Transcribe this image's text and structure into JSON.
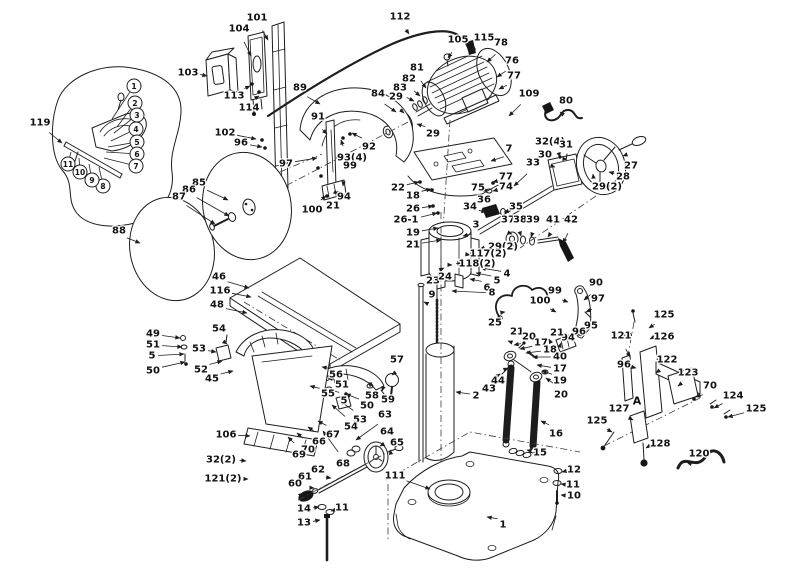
{
  "window": {
    "background": "#ffffff",
    "ink": "#1d1d1d"
  },
  "diagram": {
    "type": "exploded-parts-diagram",
    "labels": [
      [
        "119",
        40,
        123,
        62,
        143
      ],
      [
        "101",
        257,
        18,
        268,
        40
      ],
      [
        "104",
        239,
        29,
        251,
        56
      ],
      [
        "103",
        188,
        73,
        207,
        76
      ],
      [
        "113",
        234,
        96,
        250,
        86
      ],
      [
        "114",
        249,
        108,
        259,
        96
      ],
      [
        "102",
        225,
        133,
        256,
        139
      ],
      [
        "96",
        241,
        143,
        262,
        147
      ],
      [
        "112",
        400,
        17,
        409,
        34
      ],
      [
        "105",
        458,
        40,
        448,
        58
      ],
      [
        "115",
        484,
        38,
        471,
        50
      ],
      [
        "78",
        501,
        43,
        487,
        62
      ],
      [
        "76",
        512,
        61,
        497,
        77
      ],
      [
        "77",
        514,
        76,
        499,
        89
      ],
      [
        "109",
        529,
        94,
        509,
        116
      ],
      [
        "80",
        566,
        101,
        560,
        112
      ],
      [
        "89",
        300,
        88,
        320,
        104
      ],
      [
        "91",
        318,
        117,
        327,
        134
      ],
      [
        "92",
        369,
        147,
        352,
        133
      ],
      [
        "93(4)",
        352,
        158,
        341,
        140
      ],
      [
        "99",
        350,
        166,
        336,
        158
      ],
      [
        "97",
        286,
        164,
        317,
        158
      ],
      [
        "81",
        417,
        68,
        426,
        88
      ],
      [
        "82",
        409,
        79,
        420,
        96
      ],
      [
        "83",
        400,
        88,
        414,
        101
      ],
      [
        "84",
        378,
        94,
        396,
        112
      ],
      [
        "29",
        396,
        97,
        404,
        113
      ],
      [
        "29",
        433,
        134,
        417,
        124
      ],
      [
        "100",
        312,
        210,
        326,
        196
      ],
      [
        "21",
        333,
        206,
        338,
        194
      ],
      [
        "94",
        344,
        197,
        343,
        186
      ],
      [
        "7",
        509,
        149,
        491,
        161
      ],
      [
        "32(4)",
        550,
        142,
        560,
        157
      ],
      [
        "31",
        566,
        145,
        567,
        159
      ],
      [
        "30",
        545,
        155,
        555,
        167
      ],
      [
        "33",
        533,
        163,
        514,
        186
      ],
      [
        "27",
        631,
        166,
        623,
        156
      ],
      [
        "28",
        623,
        177,
        609,
        172
      ],
      [
        "29(2)",
        607,
        187,
        593,
        174
      ],
      [
        "22",
        398,
        188,
        419,
        182
      ],
      [
        "18",
        413,
        196,
        431,
        189
      ],
      [
        "77",
        506,
        177,
        493,
        182
      ],
      [
        "75",
        478,
        188,
        488,
        191
      ],
      [
        "74",
        506,
        187,
        493,
        191
      ],
      [
        "26",
        413,
        209,
        433,
        206
      ],
      [
        "26-1",
        406,
        220,
        437,
        213
      ],
      [
        "19",
        413,
        233,
        438,
        228
      ],
      [
        "21",
        413,
        245,
        441,
        240
      ],
      [
        "34",
        470,
        207,
        486,
        212
      ],
      [
        "36",
        484,
        200,
        495,
        208
      ],
      [
        "35",
        516,
        207,
        504,
        212
      ],
      [
        "3",
        476,
        225,
        463,
        236
      ],
      [
        "37",
        508,
        220,
        512,
        234
      ],
      [
        "38",
        520,
        220,
        521,
        236
      ],
      [
        "39",
        533,
        220,
        531,
        237
      ],
      [
        "41",
        553,
        220,
        548,
        237
      ],
      [
        "42",
        571,
        220,
        563,
        243
      ],
      [
        "29(2)",
        503,
        247,
        480,
        249
      ],
      [
        "117(2)",
        488,
        254,
        470,
        255
      ],
      [
        "118(2)",
        477,
        264,
        462,
        263
      ],
      [
        "4",
        507,
        274,
        481,
        268
      ],
      [
        "5",
        497,
        281,
        476,
        273
      ],
      [
        "6",
        487,
        288,
        470,
        279
      ],
      [
        "8",
        492,
        293,
        452,
        291
      ],
      [
        "9",
        432,
        295,
        424,
        302
      ],
      [
        "23",
        433,
        281,
        444,
        268
      ],
      [
        "24",
        445,
        277,
        452,
        265
      ],
      [
        "25",
        495,
        323,
        505,
        312
      ],
      [
        "2",
        476,
        396,
        456,
        392
      ],
      [
        "85",
        199,
        183,
        228,
        200
      ],
      [
        "86",
        189,
        190,
        229,
        216
      ],
      [
        "87",
        179,
        197,
        215,
        224
      ],
      [
        "88",
        119,
        231,
        140,
        243
      ],
      [
        "46",
        219,
        277,
        249,
        288
      ],
      [
        "116",
        220,
        291,
        251,
        297
      ],
      [
        "48",
        217,
        305,
        247,
        313
      ],
      [
        "49",
        153,
        334,
        180,
        338
      ],
      [
        "51",
        153,
        345,
        182,
        347
      ],
      [
        "5",
        152,
        356,
        184,
        354
      ],
      [
        "50",
        153,
        371,
        185,
        362
      ],
      [
        "54",
        219,
        329,
        227,
        344
      ],
      [
        "53",
        199,
        349,
        216,
        352
      ],
      [
        "52",
        201,
        370,
        222,
        361
      ],
      [
        "45",
        212,
        379,
        233,
        371
      ],
      [
        "106",
        226,
        435,
        250,
        436
      ],
      [
        "32(2)",
        221,
        460,
        246,
        461
      ],
      [
        "121(2)",
        223,
        479,
        248,
        479
      ],
      [
        "56",
        336,
        375,
        322,
        367
      ],
      [
        "51",
        342,
        385,
        328,
        378
      ],
      [
        "5",
        344,
        401,
        330,
        390
      ],
      [
        "50",
        367,
        406,
        346,
        394
      ],
      [
        "55",
        328,
        394,
        310,
        386
      ],
      [
        "53",
        360,
        420,
        340,
        401
      ],
      [
        "54",
        351,
        427,
        332,
        405
      ],
      [
        "57",
        397,
        360,
        392,
        375
      ],
      [
        "58",
        372,
        396,
        370,
        387
      ],
      [
        "59",
        388,
        400,
        382,
        391
      ],
      [
        "63",
        385,
        415,
        356,
        440
      ],
      [
        "64",
        387,
        432,
        380,
        446
      ],
      [
        "65",
        397,
        443,
        390,
        450
      ],
      [
        "67",
        333,
        435,
        318,
        421
      ],
      [
        "66",
        319,
        442,
        308,
        427
      ],
      [
        "70",
        308,
        450,
        297,
        433
      ],
      [
        "69",
        299,
        455,
        288,
        437
      ],
      [
        "68",
        343,
        464,
        323,
        431
      ],
      [
        "62",
        318,
        470,
        331,
        478
      ],
      [
        "61",
        305,
        477,
        314,
        488
      ],
      [
        "60",
        295,
        484,
        303,
        493
      ],
      [
        "111",
        395,
        476,
        430,
        489
      ],
      [
        "14",
        304,
        509,
        319,
        507
      ],
      [
        "11",
        342,
        508,
        331,
        511
      ],
      [
        "13",
        304,
        523,
        320,
        520
      ],
      [
        "99",
        555,
        291,
        568,
        302
      ],
      [
        "100",
        540,
        301,
        556,
        312
      ],
      [
        "90",
        596,
        283,
        584,
        300
      ],
      [
        "97",
        598,
        299,
        586,
        312
      ],
      [
        "95",
        591,
        326,
        577,
        335
      ],
      [
        "96",
        579,
        332,
        569,
        339
      ],
      [
        "94",
        568,
        338,
        561,
        343
      ],
      [
        "21",
        557,
        333,
        549,
        339
      ],
      [
        "21",
        517,
        332,
        508,
        341
      ],
      [
        "20",
        529,
        337,
        514,
        345
      ],
      [
        "17",
        541,
        343,
        520,
        349
      ],
      [
        "18",
        550,
        350,
        526,
        353
      ],
      [
        "40",
        560,
        357,
        533,
        357
      ],
      [
        "17",
        560,
        369,
        537,
        365
      ],
      [
        "19",
        560,
        381,
        542,
        371
      ],
      [
        "20",
        561,
        395,
        546,
        378
      ],
      [
        "44",
        498,
        381,
        508,
        368
      ],
      [
        "43",
        489,
        389,
        500,
        374
      ],
      [
        "16",
        556,
        434,
        541,
        421
      ],
      [
        "15",
        540,
        453,
        527,
        450
      ],
      [
        "12",
        574,
        470,
        562,
        472
      ],
      [
        "11",
        573,
        485,
        561,
        484
      ],
      [
        "10",
        574,
        496,
        561,
        495
      ],
      [
        "1",
        503,
        525,
        487,
        517
      ],
      [
        "125",
        664,
        315,
        649,
        328
      ],
      [
        "121",
        621,
        336,
        630,
        357
      ],
      [
        "126",
        664,
        337,
        650,
        339
      ],
      [
        "96",
        624,
        365,
        636,
        368
      ],
      [
        "122",
        667,
        360,
        656,
        373
      ],
      [
        "123",
        688,
        373,
        678,
        386
      ],
      [
        "70",
        710,
        386,
        696,
        397
      ],
      [
        "124",
        733,
        396,
        714,
        408
      ],
      [
        "125",
        756,
        409,
        728,
        417
      ],
      [
        "127",
        619,
        409,
        633,
        420
      ],
      [
        "125",
        597,
        421,
        612,
        432
      ],
      [
        "128",
        660,
        444,
        646,
        448
      ],
      [
        "120",
        699,
        454,
        692,
        461
      ]
    ],
    "balloons": [
      [
        "1",
        134,
        86,
        112,
        119
      ],
      [
        "2",
        135,
        103,
        117,
        127
      ],
      [
        "3",
        137,
        115,
        114,
        133
      ],
      [
        "4",
        136,
        129,
        111,
        141
      ],
      [
        "5",
        137,
        142,
        108,
        147
      ],
      [
        "6",
        137,
        154,
        106,
        152
      ],
      [
        "7",
        136,
        166,
        104,
        158
      ],
      [
        "8",
        103,
        186,
        99,
        167
      ],
      [
        "9",
        92,
        180,
        89,
        164
      ],
      [
        "10",
        80,
        172,
        79,
        158
      ],
      [
        "11",
        68,
        164,
        71,
        152
      ]
    ],
    "markers": [
      [
        "A",
        637,
        401
      ]
    ]
  }
}
